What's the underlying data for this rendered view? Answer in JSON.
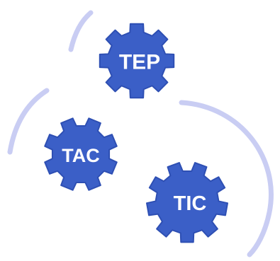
{
  "colors": {
    "gear": "#3b5fc7",
    "gear_stroke": "#2e4fb3",
    "arc": "#c9cdf3",
    "label": "#ffffff"
  },
  "gears": [
    {
      "label": "TEP",
      "icon": "gear-icon"
    },
    {
      "label": "TAC",
      "icon": "gear-icon"
    },
    {
      "label": "TIC",
      "icon": "gear-icon"
    }
  ],
  "decorations": [
    {
      "icon": "arc"
    },
    {
      "icon": "arc"
    },
    {
      "icon": "arc"
    }
  ]
}
